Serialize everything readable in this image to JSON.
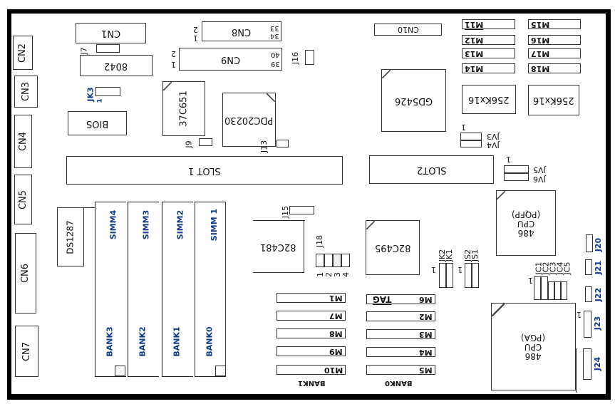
{
  "title": "486 Motherboard Layout",
  "connectors": {
    "cn1": "CN1",
    "cn2": "CN2",
    "cn3": "CN3",
    "cn4": "CN4",
    "cn5": "CN5",
    "cn6": "CN6",
    "cn7": "CN7",
    "cn8": "CN8",
    "cn9": "CN9",
    "cn10": "CN10"
  },
  "pins": {
    "cn8_left_top": "2",
    "cn8_left_bottom": "1",
    "cn8_right_top": "33",
    "cn8_right_bottom": "34",
    "cn9_left_top": "2",
    "cn9_left_bottom": "1",
    "cn9_right_top": "40",
    "cn9_right_bottom": "39"
  },
  "chips": {
    "kbc": "8042",
    "bios": "BIOS",
    "io": "37C651",
    "ide": "PDC20230",
    "vga": "GD5426",
    "vram1": "256Kx16",
    "vram2": "256Kx16",
    "rtc": "DS1287",
    "chipset1": "82C481",
    "chipset2": "82C495",
    "cpu_pqfp": [
      "486",
      "CPU",
      "(PQFP)"
    ],
    "cpu_pga": [
      "486",
      "CPU",
      "(PGA)"
    ]
  },
  "slots": {
    "slot1": "SLOT 1",
    "slot2": "SLOT2"
  },
  "jumpers": {
    "j7": "J7",
    "jk3": "JK3",
    "jk3_pin": "1",
    "j9": "J9",
    "j13": "J13",
    "j16": "J16",
    "jv3": "JV3",
    "jv4": "JV4",
    "jv34_pin": "1",
    "jv5": "JV5",
    "jv6": "JV6",
    "jv56_pin": "1",
    "j15": "J15",
    "j18": "J18",
    "j18_pins": [
      "1",
      "2",
      "3",
      "4"
    ],
    "jk2": "JK2",
    "jk1": "JK1",
    "jk_pin": "1",
    "js2": "JS2",
    "js1": "JS1",
    "js_pin": "1",
    "jc": [
      "JC1",
      "JC2",
      "JC3",
      "JC4",
      "JC5"
    ],
    "jc_pin": "1",
    "j20": "J20",
    "j21": "J21",
    "j22": "J22",
    "j23": "J23",
    "j23_pin": "1",
    "j24": "J24"
  },
  "vram_modules": {
    "left": [
      "M11",
      "M12",
      "M13",
      "M14"
    ],
    "right": [
      "M15",
      "M16",
      "M17",
      "M18"
    ]
  },
  "simm": {
    "slots": [
      "SIMM4",
      "SIMM3",
      "SIMM2",
      "SIMM 1"
    ],
    "banks": [
      "BANK3",
      "BANK2",
      "BANK1",
      "BANK0"
    ]
  },
  "cache": {
    "bank1": [
      "M1",
      "M7",
      "M8",
      "M9",
      "M10"
    ],
    "bank0": [
      "M6",
      "M2",
      "M3",
      "M4",
      "M5"
    ],
    "tag": "TAG",
    "bank1_label": "BANK1",
    "bank0_label": "BANK0"
  }
}
